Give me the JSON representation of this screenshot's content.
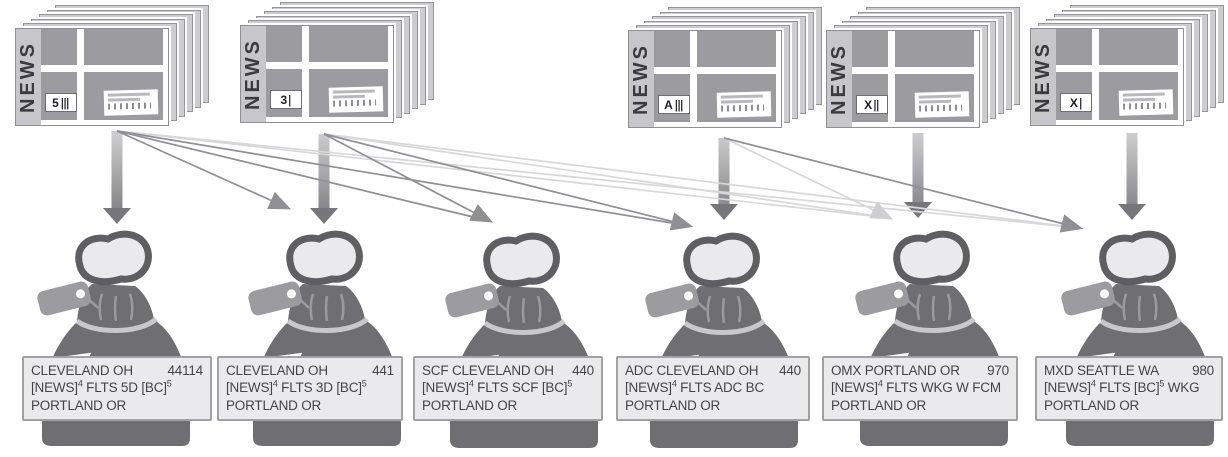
{
  "diagram": {
    "bundles": [
      {
        "name": "NEWS",
        "code": "5",
        "bars": "|||"
      },
      {
        "name": "NEWS",
        "code": "3",
        "bars": "|"
      },
      {
        "name": "NEWS",
        "code": "A",
        "bars": "|||"
      },
      {
        "name": "NEWS",
        "code": "X",
        "bars": "||"
      },
      {
        "name": "NEWS",
        "code": "X",
        "bars": "|"
      }
    ],
    "sacks": [
      {
        "place": "CLEVELAND OH",
        "zip": "44114",
        "l2_pre": "[NEWS]",
        "l2_sup1": "4",
        "l2_mid": " FLTS 5D [BC]",
        "l2_sup2": "5",
        "l2_post": "",
        "line3": "PORTLAND OR"
      },
      {
        "place": "CLEVELAND OH",
        "zip": "441",
        "l2_pre": "[NEWS]",
        "l2_sup1": "4",
        "l2_mid": " FLTS 3D [BC]",
        "l2_sup2": "5",
        "l2_post": "",
        "line3": "PORTLAND OR"
      },
      {
        "place": "SCF CLEVELAND OH",
        "zip": "440",
        "l2_pre": "[NEWS]",
        "l2_sup1": "4",
        "l2_mid": " FLTS SCF [BC]",
        "l2_sup2": "5",
        "l2_post": "",
        "line3": "PORTLAND OR"
      },
      {
        "place": "ADC CLEVELAND OH",
        "zip": "440",
        "l2_pre": "[NEWS]",
        "l2_sup1": "4",
        "l2_mid": " FLTS ADC BC",
        "l2_sup2": "",
        "l2_post": "",
        "line3": "PORTLAND OR"
      },
      {
        "place": "OMX PORTLAND OR",
        "zip": "970",
        "l2_pre": "[NEWS]",
        "l2_sup1": "4",
        "l2_mid": " FLTS WKG W FCM",
        "l2_sup2": "",
        "l2_post": "",
        "line3": "PORTLAND OR"
      },
      {
        "place": "MXD SEATTLE WA",
        "zip": "980",
        "l2_pre": "[NEWS]",
        "l2_sup1": "4",
        "l2_mid": " FLTS [BC]",
        "l2_sup2": "5",
        "l2_post": " WKG",
        "line3": "PORTLAND OR"
      }
    ],
    "connections": [
      {
        "from": 1,
        "to": 1,
        "style": "thick"
      },
      {
        "from": 1,
        "to": 2,
        "style": "solid"
      },
      {
        "from": 1,
        "to": 3,
        "style": "solid"
      },
      {
        "from": 1,
        "to": 4,
        "style": "solid"
      },
      {
        "from": 1,
        "to": 5,
        "style": "light"
      },
      {
        "from": 1,
        "to": 6,
        "style": "light"
      },
      {
        "from": 2,
        "to": 2,
        "style": "thick"
      },
      {
        "from": 2,
        "to": 3,
        "style": "solid"
      },
      {
        "from": 2,
        "to": 4,
        "style": "solid"
      },
      {
        "from": 2,
        "to": 5,
        "style": "light"
      },
      {
        "from": 2,
        "to": 6,
        "style": "light"
      },
      {
        "from": 3,
        "to": 4,
        "style": "thick"
      },
      {
        "from": 3,
        "to": 5,
        "style": "light"
      },
      {
        "from": 3,
        "to": 6,
        "style": "solid"
      },
      {
        "from": 4,
        "to": 5,
        "style": "thick"
      },
      {
        "from": 5,
        "to": 6,
        "style": "thick"
      }
    ]
  },
  "colors": {
    "sack_body": "#6e6e73",
    "sack_knot": "#eaeaec",
    "label_bg": "#eaeaec",
    "label_border": "#a2a2a6",
    "arrow_dark": "#8f8f94",
    "arrow_light": "#d8d8da",
    "arrow_thick_dark": "#76767b",
    "arrow_thick_light": "#d2d2d5",
    "panel_gray": "#9b9ba0",
    "paper_gray": "#c7c7cb"
  }
}
